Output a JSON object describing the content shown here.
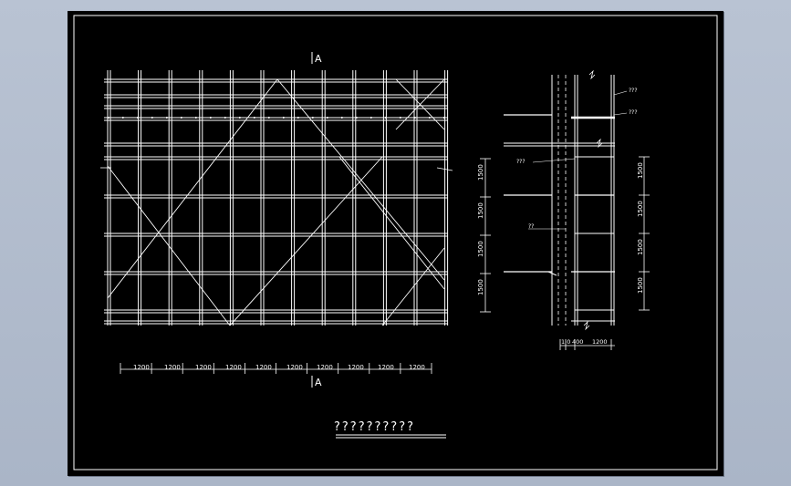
{
  "drawing": {
    "section_marks": [
      "A",
      "A"
    ],
    "title": "??????????",
    "left_dims": [
      "1200",
      "1200",
      "1200",
      "1200",
      "1200",
      "1200",
      "1200",
      "1200",
      "1200",
      "1200"
    ],
    "mid_dims": [
      "1500",
      "1500",
      "1500",
      "1500"
    ],
    "right_dims": [
      "1500",
      "1500",
      "1500",
      "1500"
    ],
    "bottom_right_dims": [
      "1 0",
      "400",
      "1200"
    ],
    "labels": [
      "???",
      "???",
      "???",
      "??"
    ]
  }
}
